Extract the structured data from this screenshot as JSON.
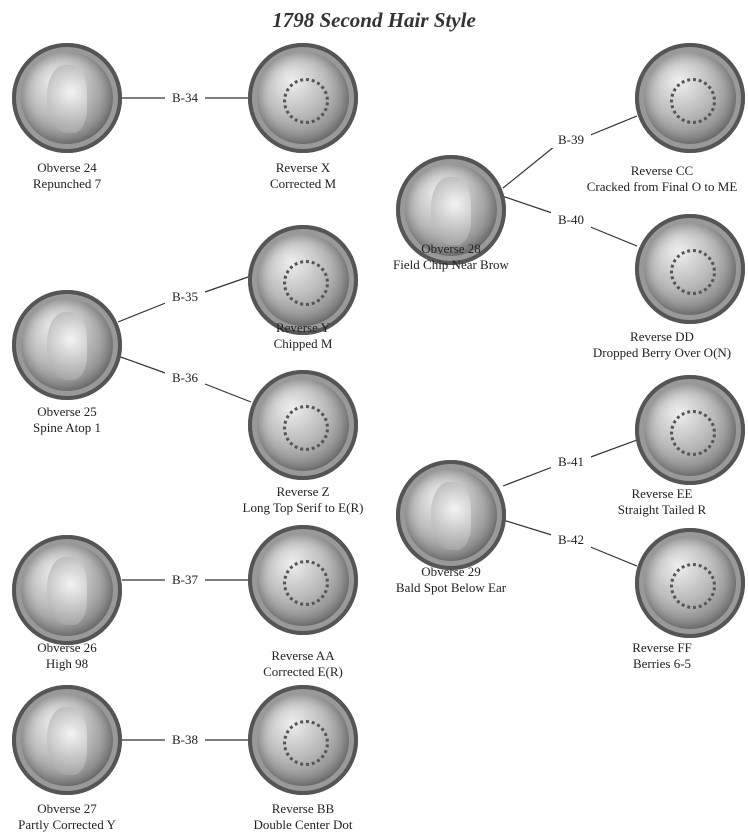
{
  "title": "1798 Second Hair Style",
  "obverses": [
    {
      "name": "Obverse 24",
      "desc": "Repunched 7"
    },
    {
      "name": "Obverse 25",
      "desc": "Spine Atop 1"
    },
    {
      "name": "Obverse 26",
      "desc": "High 98"
    },
    {
      "name": "Obverse 27",
      "desc": "Partly Corrected Y"
    },
    {
      "name": "Obverse 28",
      "desc": "Field Chip Near Brow"
    },
    {
      "name": "Obverse 29",
      "desc": "Bald Spot Below Ear"
    }
  ],
  "reverses": [
    {
      "name": "Reverse X",
      "desc": "Corrected M"
    },
    {
      "name": "Reverse Y",
      "desc": "Chipped M"
    },
    {
      "name": "Reverse Z",
      "desc": "Long Top Serif to E(R)"
    },
    {
      "name": "Reverse AA",
      "desc": "Corrected E(R)"
    },
    {
      "name": "Reverse BB",
      "desc": "Double Center Dot"
    },
    {
      "name": "Reverse CC",
      "desc": "Cracked from Final O to ME"
    },
    {
      "name": "Reverse DD",
      "desc": "Dropped Berry Over O(N)"
    },
    {
      "name": "Reverse EE",
      "desc": "Straight Tailed R"
    },
    {
      "name": "Reverse FF",
      "desc": "Berries 6-5"
    }
  ],
  "varieties": [
    "B-34",
    "B-35",
    "B-36",
    "B-37",
    "B-38",
    "B-39",
    "B-40",
    "B-41",
    "B-42"
  ]
}
